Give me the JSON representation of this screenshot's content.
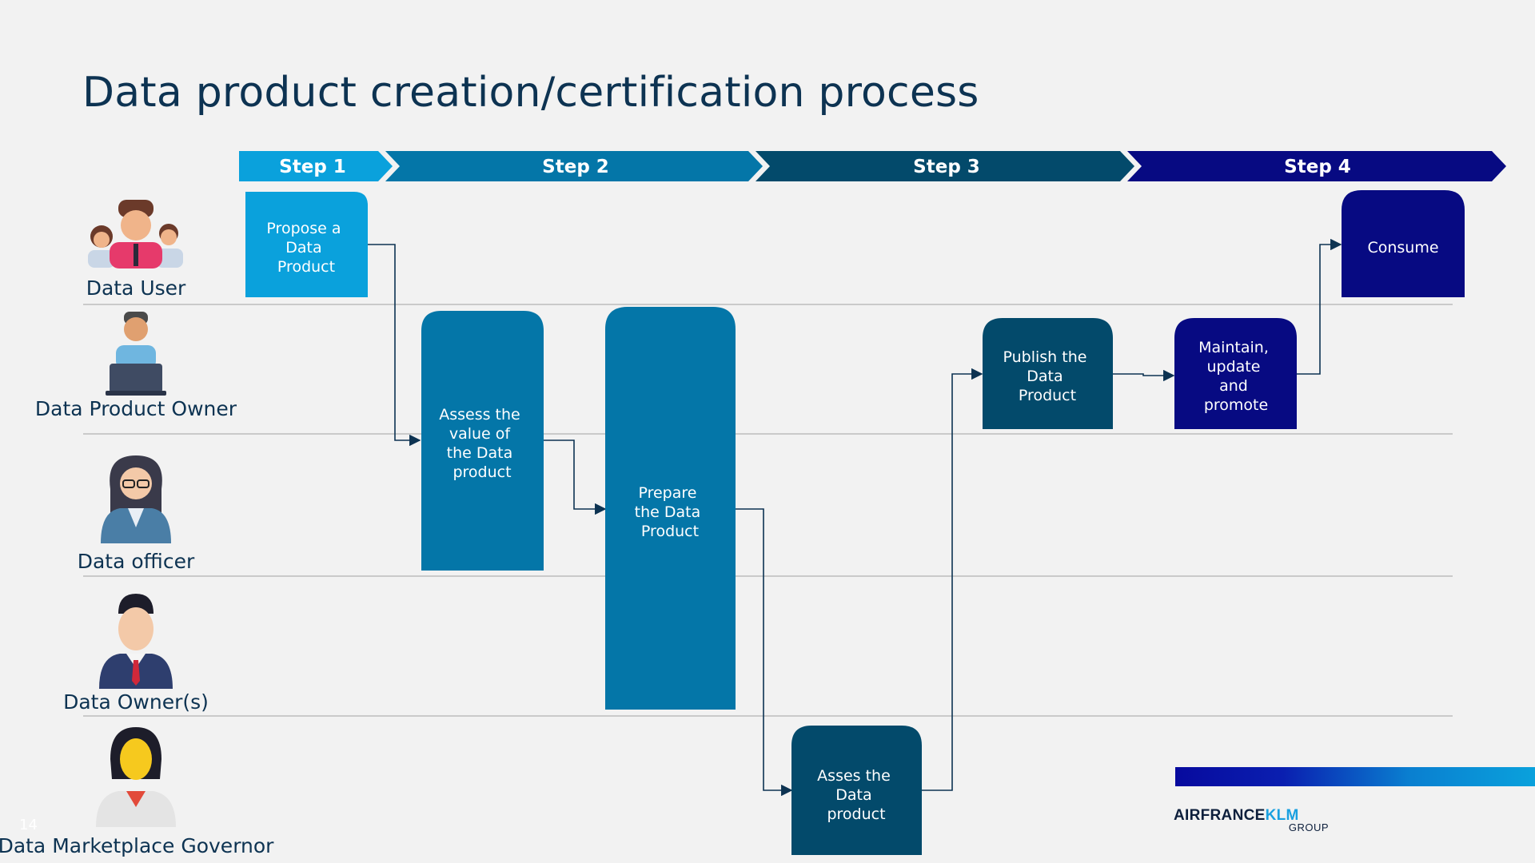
{
  "title": "Data product creation/certification process",
  "steps": [
    {
      "label": "Step 1",
      "color": "#0aa1dc"
    },
    {
      "label": "Step 2",
      "color": "#0476a8"
    },
    {
      "label": "Step 3",
      "color": "#034a6b"
    },
    {
      "label": "Step 4",
      "color": "#070a82"
    }
  ],
  "roles": [
    {
      "label": "Data User",
      "icon": "people-group-icon"
    },
    {
      "label": "Data Product Owner",
      "icon": "person-laptop-icon"
    },
    {
      "label": "Data officer",
      "icon": "woman-glasses-icon"
    },
    {
      "label": "Data Owner(s)",
      "icon": "businessman-icon"
    },
    {
      "label": "Data Marketplace Governor",
      "icon": "businesswoman-icon"
    }
  ],
  "activities": [
    {
      "id": "propose",
      "lines": [
        "Propose a",
        "Data",
        "Product"
      ],
      "color": "#0aa1dc"
    },
    {
      "id": "assess-value",
      "lines": [
        "Assess the",
        "value of",
        "the Data",
        "product"
      ],
      "color": "#0476a8"
    },
    {
      "id": "prepare",
      "lines": [
        "Prepare",
        "the Data",
        "Product"
      ],
      "color": "#0476a8"
    },
    {
      "id": "asses-product",
      "lines": [
        "Asses the",
        "Data",
        "product"
      ],
      "color": "#034a6b"
    },
    {
      "id": "publish",
      "lines": [
        "Publish the",
        "Data",
        "Product"
      ],
      "color": "#034a6b"
    },
    {
      "id": "maintain",
      "lines": [
        "Maintain,",
        "update",
        "and",
        "promote"
      ],
      "color": "#070a82"
    },
    {
      "id": "consume",
      "lines": [
        "Consume"
      ],
      "color": "#070a82"
    }
  ],
  "page_number": "14",
  "logo": {
    "main": "AIRFRANCE",
    "accent": "KLM",
    "sub": "GROUP"
  }
}
